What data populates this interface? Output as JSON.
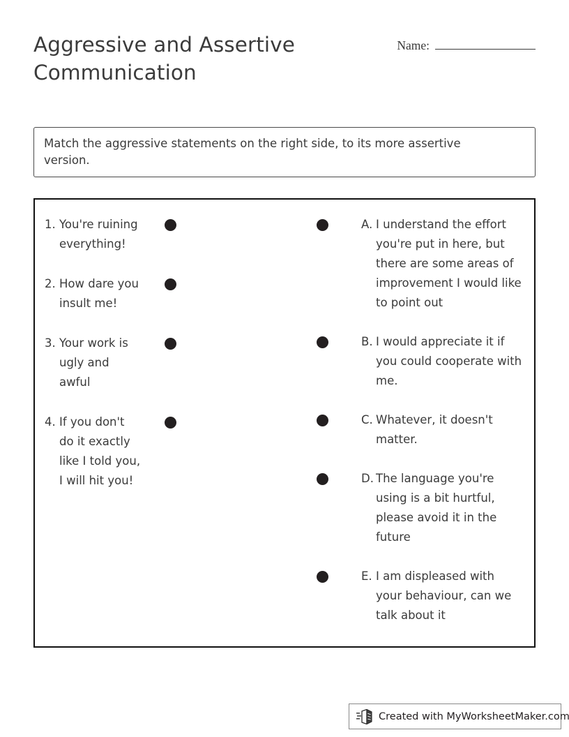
{
  "header": {
    "title": "Aggressive and Assertive Communication",
    "name_label": "Name:",
    "name_value": ""
  },
  "instructions": {
    "text": "Match the aggressive statements on the right side, to its more assertive version."
  },
  "matching": {
    "left_column": [
      {
        "marker": "1.",
        "text": "You're ruining everything!",
        "dot": "match-dot"
      },
      {
        "marker": "2.",
        "text": "How dare you insult me!",
        "dot": "match-dot"
      },
      {
        "marker": "3.",
        "text": "Your work is ugly and awful",
        "dot": "match-dot"
      },
      {
        "marker": "4.",
        "text": "If you don't do it exactly like I told you, I will hit you!",
        "dot": "match-dot"
      }
    ],
    "right_column": [
      {
        "marker": "A.",
        "text": "I understand the effort you're put in here, but there are some areas of improvement I would like to point out",
        "dot": "match-dot"
      },
      {
        "marker": "B.",
        "text": "I would appreciate it if you could cooperate with me.",
        "dot": "match-dot"
      },
      {
        "marker": "C.",
        "text": "Whatever, it doesn't matter.",
        "dot": "match-dot"
      },
      {
        "marker": "D.",
        "text": "The language you're using is a bit hurtful, please avoid it in the future",
        "dot": "match-dot"
      },
      {
        "marker": "E.",
        "text": "I am displeased with your behaviour, can we talk about it",
        "dot": "match-dot"
      }
    ]
  },
  "footer": {
    "logo_icon": "worksheet-maker-logo-icon",
    "text": "Created with MyWorksheetMaker.com"
  },
  "colors": {
    "text": "#3b3b3b",
    "dot": "#231f20",
    "box_border": "#111111",
    "instruction_border": "#4a4a4a",
    "footer_border": "#8a8a8a",
    "background": "#ffffff"
  }
}
